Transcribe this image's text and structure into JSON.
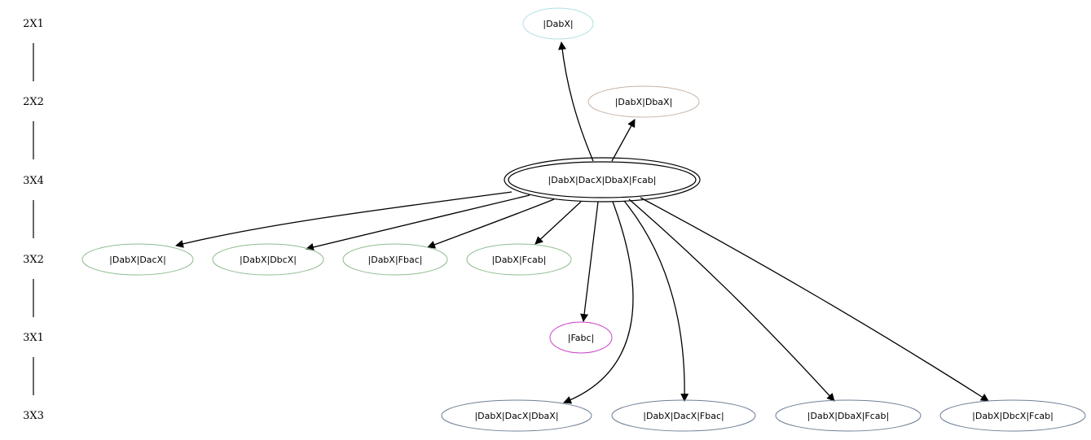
{
  "rank_labels": [
    "2X1",
    "2X2",
    "3X4",
    "3X2",
    "3X1",
    "3X3"
  ],
  "nodes": [
    {
      "id": "n_dabx",
      "label": "|DabX|",
      "color": "#b0e0e6"
    },
    {
      "id": "n_dabx_dbax",
      "label": "|DabX|DbaX|",
      "color": "#c8b4a6"
    },
    {
      "id": "n_root",
      "label": "|DabX|DacX|DbaX|Fcab|",
      "color": "#000000"
    },
    {
      "id": "n_dabx_dacx",
      "label": "|DabX|DacX|",
      "color": "#8fbc8f"
    },
    {
      "id": "n_dabx_dbcx",
      "label": "|DabX|DbcX|",
      "color": "#8fbc8f"
    },
    {
      "id": "n_dabx_fbac",
      "label": "|DabX|Fbac|",
      "color": "#8fbc8f"
    },
    {
      "id": "n_dabx_fcab",
      "label": "|DabX|Fcab|",
      "color": "#8fbc8f"
    },
    {
      "id": "n_fabc",
      "label": "|Fabc|",
      "color": "#cc44cc"
    },
    {
      "id": "n_dabx_dacx_dbax",
      "label": "|DabX|DacX|DbaX|",
      "color": "#6e7f96"
    },
    {
      "id": "n_dabx_dacx_fbac",
      "label": "|DabX|DacX|Fbac|",
      "color": "#6e7f96"
    },
    {
      "id": "n_dabx_dbax_fcab",
      "label": "|DabX|DbaX|Fcab|",
      "color": "#6e7f96"
    },
    {
      "id": "n_dabx_dbcx_fcab",
      "label": "|DabX|DbcX|Fcab|",
      "color": "#6e7f96"
    }
  ],
  "edges": [
    {
      "from": "n_root",
      "to": "n_dabx"
    },
    {
      "from": "n_root",
      "to": "n_dabx_dbax"
    },
    {
      "from": "n_root",
      "to": "n_dabx_dacx"
    },
    {
      "from": "n_root",
      "to": "n_dabx_dbcx"
    },
    {
      "from": "n_root",
      "to": "n_dabx_fbac"
    },
    {
      "from": "n_root",
      "to": "n_dabx_fcab"
    },
    {
      "from": "n_root",
      "to": "n_fabc"
    },
    {
      "from": "n_root",
      "to": "n_dabx_dacx_dbax"
    },
    {
      "from": "n_root",
      "to": "n_dabx_dacx_fbac"
    },
    {
      "from": "n_root",
      "to": "n_dabx_dbax_fcab"
    },
    {
      "from": "n_root",
      "to": "n_dabx_dbcx_fcab"
    }
  ]
}
